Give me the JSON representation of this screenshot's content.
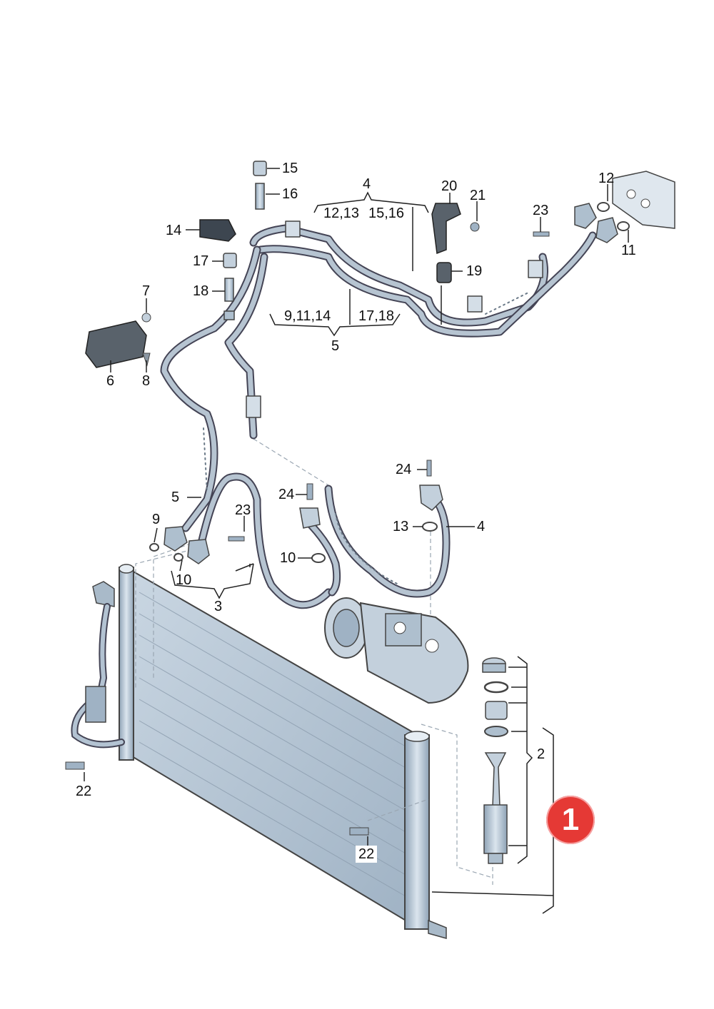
{
  "labels": {
    "l1": "15",
    "l2": "16",
    "l3": "4",
    "l4": "12,13",
    "l5": "15,16",
    "l6": "20",
    "l7": "21",
    "l8": "12",
    "l9": "23",
    "l10": "11",
    "l11": "14",
    "l12": "17",
    "l13": "18",
    "l14": "19",
    "l15": "7",
    "l16": "9,11,14",
    "l17": "17,18",
    "l18": "5",
    "l19": "6",
    "l20": "8",
    "l21": "24",
    "l22": "24",
    "l23": "13",
    "l24": "4",
    "l25": "5",
    "l26": "23",
    "l27": "9",
    "l28": "10",
    "l29": "10",
    "l30": "3",
    "l31": "2",
    "l32": "22",
    "l33": "22"
  },
  "badge": {
    "text": "1",
    "color": "#e53935"
  },
  "colors": {
    "part_fill": "#b9c8d6",
    "part_dark": "#6f8396",
    "hose": "#7f8f9d",
    "line": "#222222"
  }
}
